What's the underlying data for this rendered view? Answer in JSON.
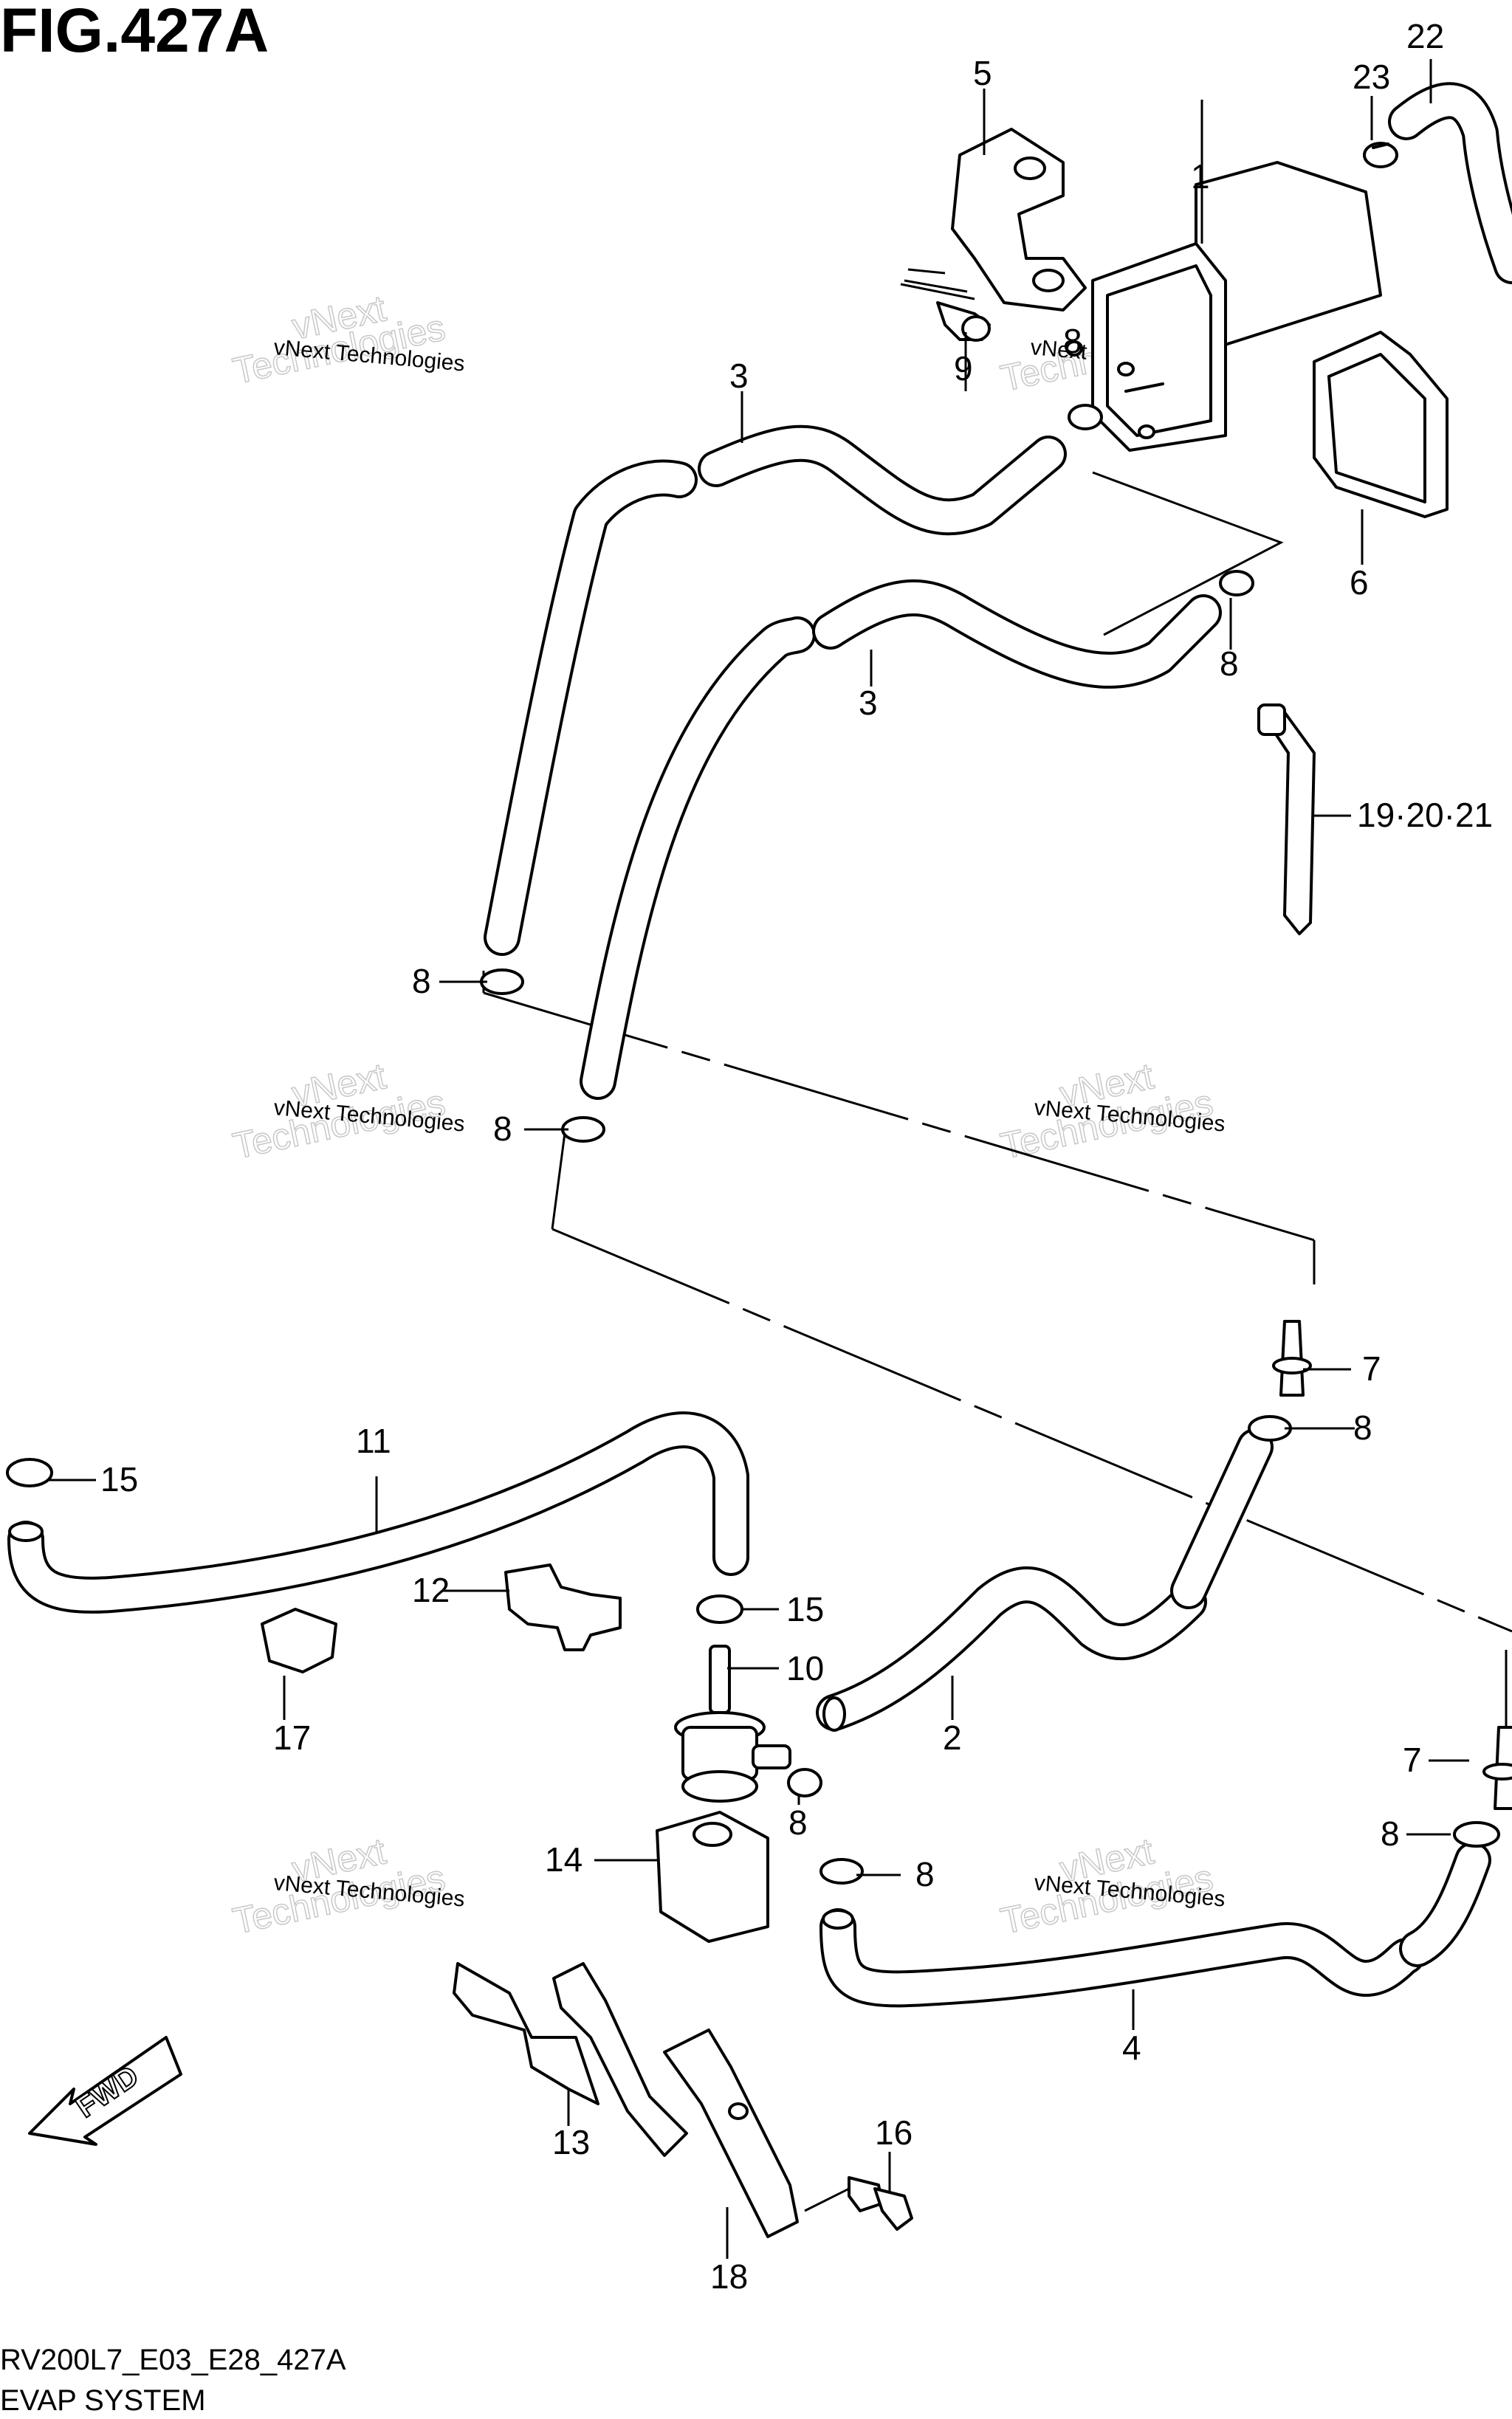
{
  "figure": {
    "title": "FIG.427A",
    "code": "RV200L7_E03_E28_427A",
    "name": "EVAP SYSTEM",
    "fwd_label": "FWD"
  },
  "watermark": {
    "line1": "vNext Technologies",
    "line2": "vNext",
    "line3": "Technologies"
  },
  "callouts": {
    "c1": "1",
    "c2": "2",
    "c3a": "3",
    "c3b": "3",
    "c4": "4",
    "c5": "5",
    "c6": "6",
    "c7a": "7",
    "c7b": "7",
    "c8a": "8",
    "c8b": "8",
    "c8c": "8",
    "c8d": "8",
    "c8e": "8",
    "c8f": "8",
    "c8g": "8",
    "c8h": "8",
    "c9": "9",
    "c10": "10",
    "c11": "11",
    "c12": "12",
    "c13": "13",
    "c14": "14",
    "c15a": "15",
    "c15b": "15",
    "c16": "16",
    "c17": "17",
    "c18": "18",
    "c19": "19·20·21",
    "c22": "22",
    "c23": "23"
  }
}
